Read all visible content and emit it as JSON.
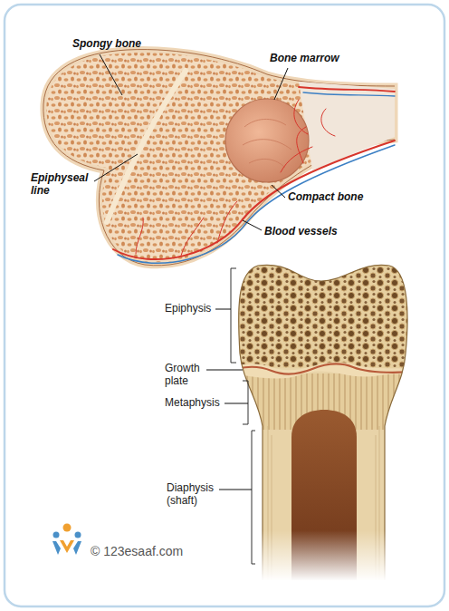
{
  "diagram": {
    "labels": [
      "Spongy bone",
      "Bone marrow",
      "Epiphyseal line",
      "Compact bone",
      "Blood vessels",
      "Epiphysis",
      "Growth plate",
      "Metaphysis",
      "Diaphysis (shaft)",
      "© 123esaaf.com"
    ]
  }
}
